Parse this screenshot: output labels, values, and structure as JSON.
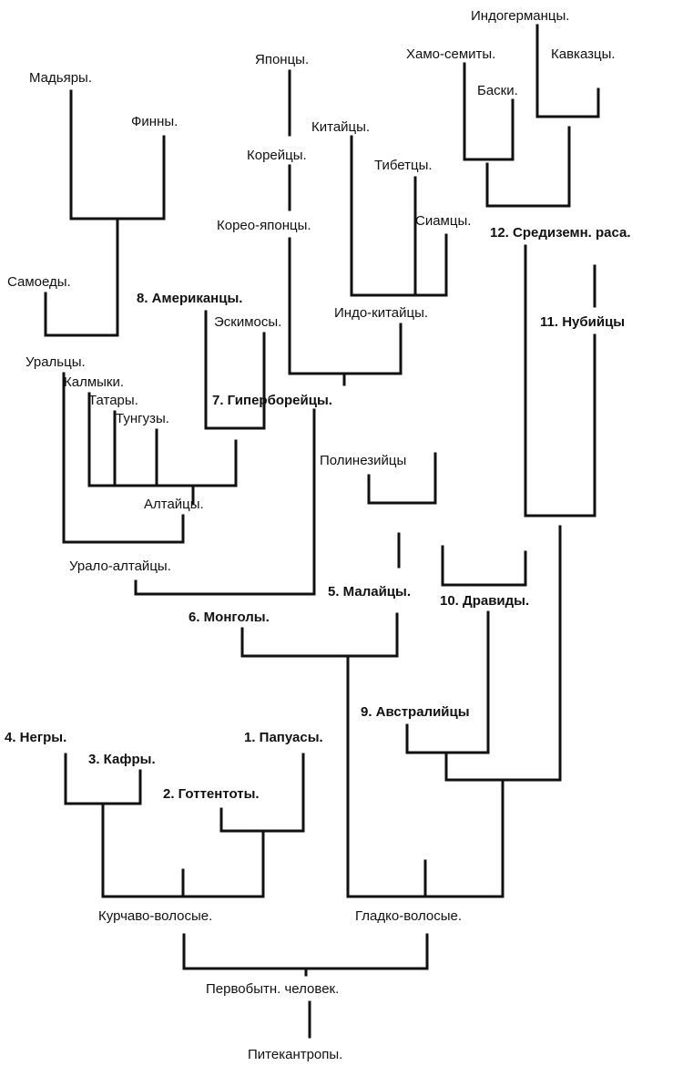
{
  "labels": {
    "indogermans": "Индогерманцы.",
    "hamosemites": "Хамо-семиты.",
    "caucasians": "Кавказцы.",
    "basques": "Баски.",
    "japanese": "Японцы.",
    "magyars": "Мадьяры.",
    "finns": "Финны.",
    "chinese": "Китайцы.",
    "koreans": "Корейцы.",
    "tibetans": "Тибетцы.",
    "koreojapanese": "Корео-японцы.",
    "siamese": "Сиамцы.",
    "mediterranean": "12. Средиземн. раса.",
    "samoyeds": "Самоеды.",
    "americans": "8. Американцы.",
    "eskimos": "Эскимосы.",
    "indochinese": "Индо-китайцы.",
    "nubians": "11. Нубийцы",
    "urals": "Уральцы.",
    "kalmyks": "Калмыки.",
    "tatars": "Татары.",
    "hyperboreans": "7. Гиперборейцы.",
    "tungus": "Тунгузы.",
    "polynesians": "Полинезийцы",
    "altaians": "Алтайцы.",
    "uraloaltaians": "Урало-алтайцы.",
    "malays": "5. Малайцы.",
    "mongols": "6. Монголы.",
    "dravidians": "10. Дравиды.",
    "australians": "9. Австралийцы",
    "negroes": "4. Негры.",
    "papuans": "1. Папуасы.",
    "kaffirs": "3. Кафры.",
    "hottentots": "2. Готтентоты.",
    "curlyhaired": "Курчаво-волосые.",
    "straighthaired": "Гладко-волосые.",
    "primitiveman": "Первобытн. человек.",
    "pithecanthropi": "Питекантропы."
  }
}
